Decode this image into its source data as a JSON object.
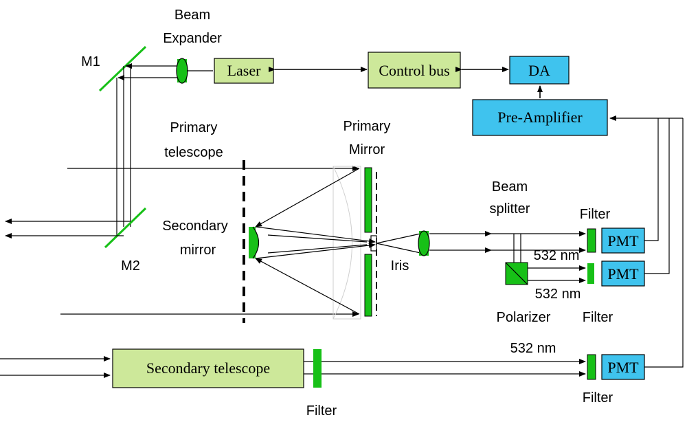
{
  "boxes": {
    "laser": "Laser",
    "control_bus": "Control bus",
    "da": "DA",
    "pre_amplifier": "Pre-Amplifier",
    "pmt1": "PMT",
    "pmt2": "PMT",
    "pmt3": "PMT",
    "secondary_telescope": "Secondary telescope"
  },
  "labels": {
    "beam_expander_line1": "Beam",
    "beam_expander_line2": "Expander",
    "m1": "M1",
    "m2": "M2",
    "primary_telescope_line1": "Primary",
    "primary_telescope_line2": "telescope",
    "primary_mirror_line1": "Primary",
    "primary_mirror_line2": "Mirror",
    "secondary_mirror_line1": "Secondary",
    "secondary_mirror_line2": "mirror",
    "iris": "Iris",
    "beam_splitter_line1": "Beam",
    "beam_splitter_line2": "splitter",
    "filter_top": "Filter",
    "wl_1": "532 nm",
    "wl_2": "532 nm",
    "polarizer": "Polarizer",
    "filter_mid": "Filter",
    "wl_3": "532 nm",
    "filter_bottom_right": "Filter",
    "filter_bottom_left": "Filter"
  },
  "colors": {
    "green_box": "#cde89a",
    "blue_box": "#3fc3ee",
    "green_element": "#17c017"
  }
}
